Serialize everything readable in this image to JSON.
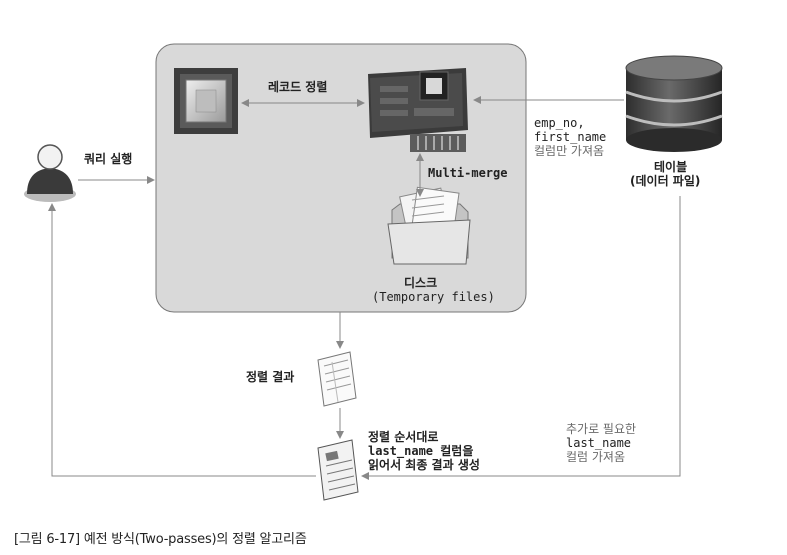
{
  "labels": {
    "query_exec": "쿼리 실행",
    "record_sort": "레코드 정렬",
    "emp_no": "emp_no,",
    "first_name": "first_name",
    "cols_only": "컬럼만 가져옴",
    "table": "테이블",
    "table_sub": "(데이터 파일)",
    "multi_merge": "Multi-merge",
    "disk": "디스크",
    "disk_sub": "(Temporary files)",
    "sort_result": "정렬 결과",
    "final_line1": "정렬 순서대로",
    "final_line2": "last_name 컬럼을",
    "final_line3": "읽어서 최종 결과 생성",
    "extra_line1": "추가로 필요한",
    "extra_line2": "last_name",
    "extra_line3": "컬럼 가져옴"
  },
  "caption": "[그림 6-17] 예전 방식(Two-passes)의 정렬 알고리즘",
  "colors": {
    "panel_fill": "#d9d9d9",
    "panel_stroke": "#777777",
    "line": "#888888",
    "dark": "#3a3a3a"
  }
}
